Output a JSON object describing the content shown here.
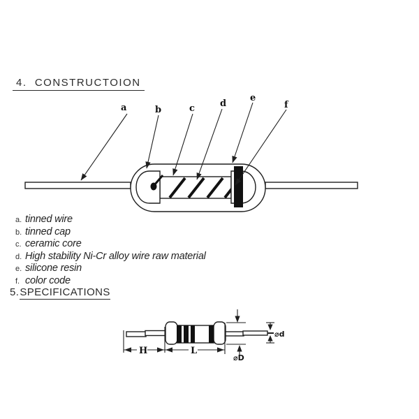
{
  "construction": {
    "heading": "4.  CONSTRUCTOION",
    "callouts": [
      "a",
      "b",
      "c",
      "d",
      "e",
      "f"
    ],
    "legend": [
      {
        "key": "a.",
        "text": "tinned wire"
      },
      {
        "key": "b.",
        "text": "tinned cap"
      },
      {
        "key": "c.",
        "text": "ceramic core"
      },
      {
        "key": "d.",
        "text": "High stability Ni-Cr alloy wire raw material"
      },
      {
        "key": "e.",
        "text": "silicone resin"
      },
      {
        "key": "f.",
        "text": "color code"
      }
    ]
  },
  "specifications": {
    "number": "5.",
    "title": "SPECIFICATIONS",
    "dims": {
      "lead_length": "H",
      "body_length": "L",
      "wire_diameter": "⌀d",
      "body_diameter": "⌀D"
    }
  },
  "colors": {
    "ink": "#1f1f1f",
    "paper": "#ffffff"
  }
}
